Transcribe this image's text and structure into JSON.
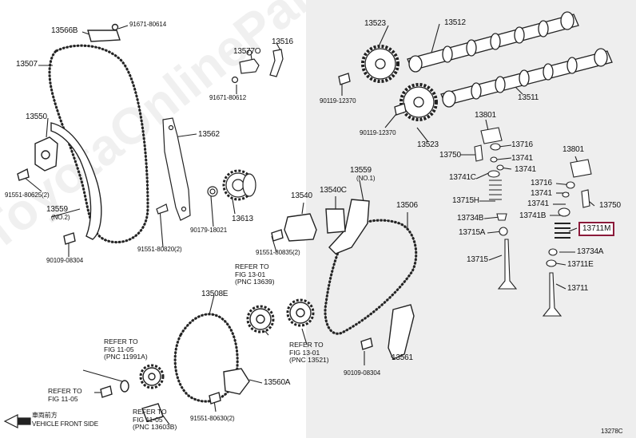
{
  "watermark": "ToyotaOnlineParts",
  "labels": {
    "p13566B": "13566B",
    "p91671_80614": "91671-80614",
    "p13507": "13507",
    "p13516": "13516",
    "p13577O": "13577O",
    "p91671_80612": "91671-80612",
    "p13550": "13550",
    "p13562": "13562",
    "p91551_80625": "91551-80625(2)",
    "p13559a": "13559",
    "p13559a_sub": "(NO.2)",
    "p90109_08304a": "90109-08304",
    "p90179_18021": "90179-18021",
    "p13613": "13613",
    "p91551_80820": "91551-80820(2)",
    "p13523a": "13523",
    "p13512": "13512",
    "p90119_12370a": "90119-12370",
    "p13511": "13511",
    "p90119_12370b": "90119-12370",
    "p13523b": "13523",
    "p13801a": "13801",
    "p13716a": "13716",
    "p13750a": "13750",
    "p13741a": "13741",
    "p13741b": "13741",
    "p13741C": "13741C",
    "p13801b": "13801",
    "p13559b": "13559",
    "p13559b_sub": "(NO.1)",
    "p13540": "13540",
    "p13540C": "13540C",
    "p13506": "13506",
    "p13716b": "13716",
    "p13741c": "13741",
    "p13741d": "13741",
    "p13750b": "13750",
    "p13715H": "13715H",
    "p13741B": "13741B",
    "p13734B": "13734B",
    "p13711M": "13711M",
    "p13715A": "13715A",
    "p91551_80835": "91551-80835(2)",
    "p13715": "13715",
    "p13734A": "13734A",
    "p13711E": "13711E",
    "p13711": "13711",
    "p13508E": "13508E",
    "p13561": "13561",
    "p90109_08304b": "90109-08304",
    "p13560A": "13560A",
    "p91551_80630": "91551-80630(2)",
    "front_jp": "車両前方",
    "front_en": "VEHICLE FRONT SIDE",
    "code": "13278C"
  },
  "notes": {
    "n1": "REFER TO\nFIG 13-01\n(PNC 13639)",
    "n2": "REFER TO\nFIG 11-05\n(PNC 11991A)",
    "n3": "REFER TO\nFIG 11-05",
    "n4": "REFER TO\nFIG 11-05\n(PNC 13603B)",
    "n5": "REFER TO\nFIG 13-01\n(PNC 13521)"
  },
  "colors": {
    "line": "#222222",
    "highlight": "#8b1a3a",
    "shade": "#eeeeee"
  }
}
